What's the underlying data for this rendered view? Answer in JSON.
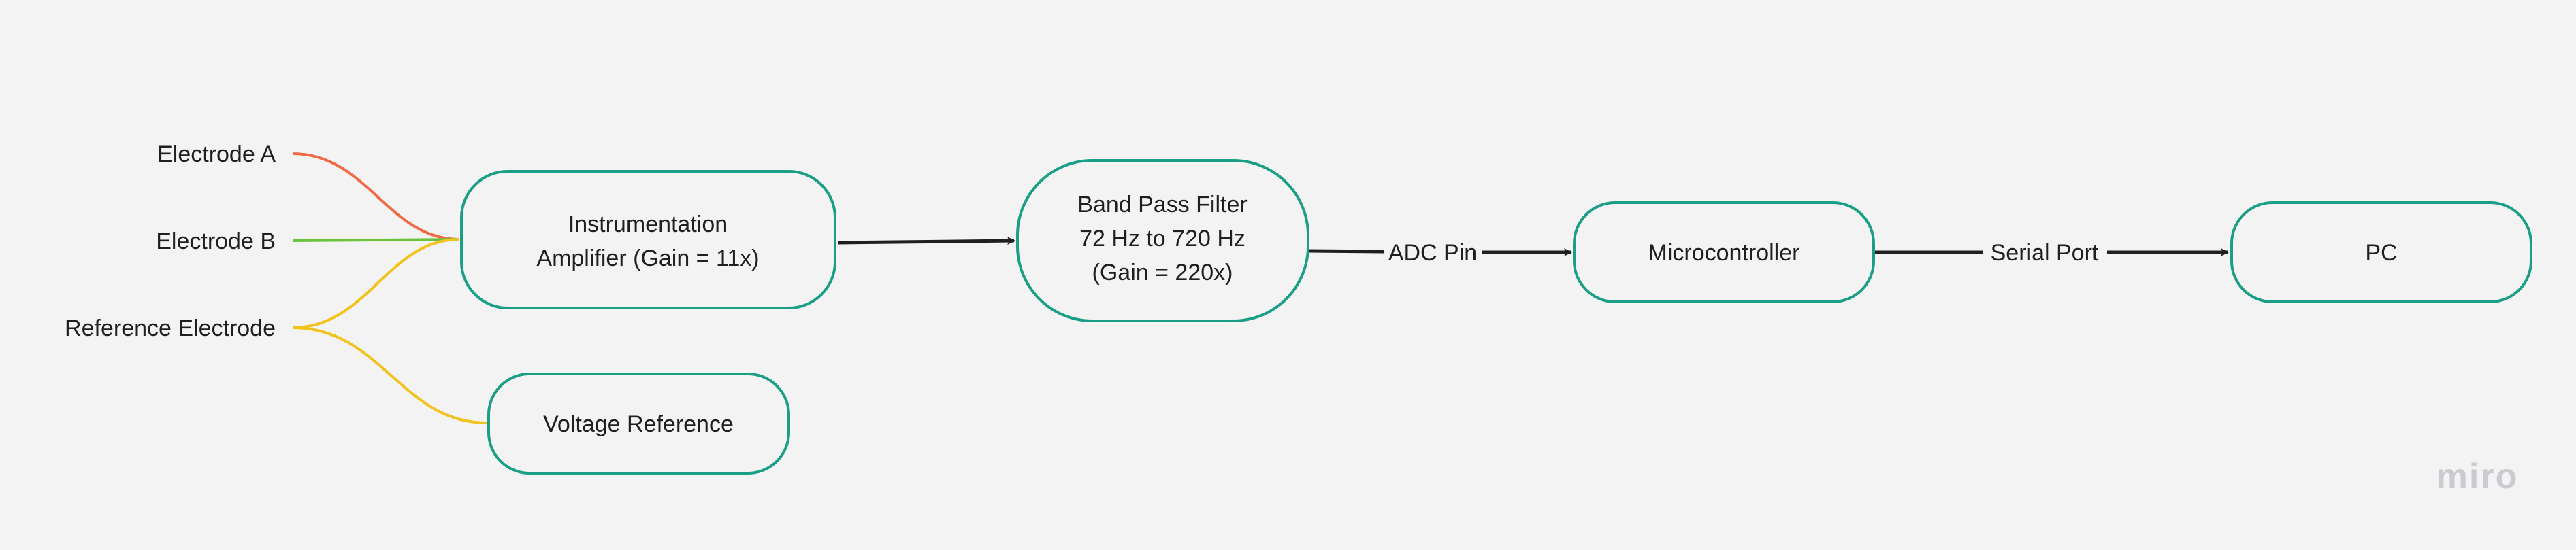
{
  "electrodes": {
    "a": {
      "label": "Electrode A",
      "color": "#ef6a45"
    },
    "b": {
      "label": "Electrode B",
      "color": "#69c43c"
    },
    "ref": {
      "label": "Reference Electrode",
      "color": "#f2c21d"
    }
  },
  "nodes": {
    "inamp": {
      "lines": [
        "Instrumentation",
        "Amplifier (Gain = 11x)"
      ]
    },
    "vref": {
      "lines": [
        "Voltage Reference"
      ]
    },
    "bpf": {
      "lines": [
        "Band Pass Filter",
        "72 Hz to 720 Hz",
        "(Gain = 220x)"
      ]
    },
    "mcu": {
      "lines": [
        "Microcontroller"
      ]
    },
    "pc": {
      "lines": [
        "PC"
      ]
    }
  },
  "edges": {
    "adc_label": "ADC Pin",
    "serial_label": "Serial Port"
  },
  "style": {
    "node_border": "#1a9e86",
    "arrow_color": "#1f1f1f"
  },
  "watermark": "miro"
}
